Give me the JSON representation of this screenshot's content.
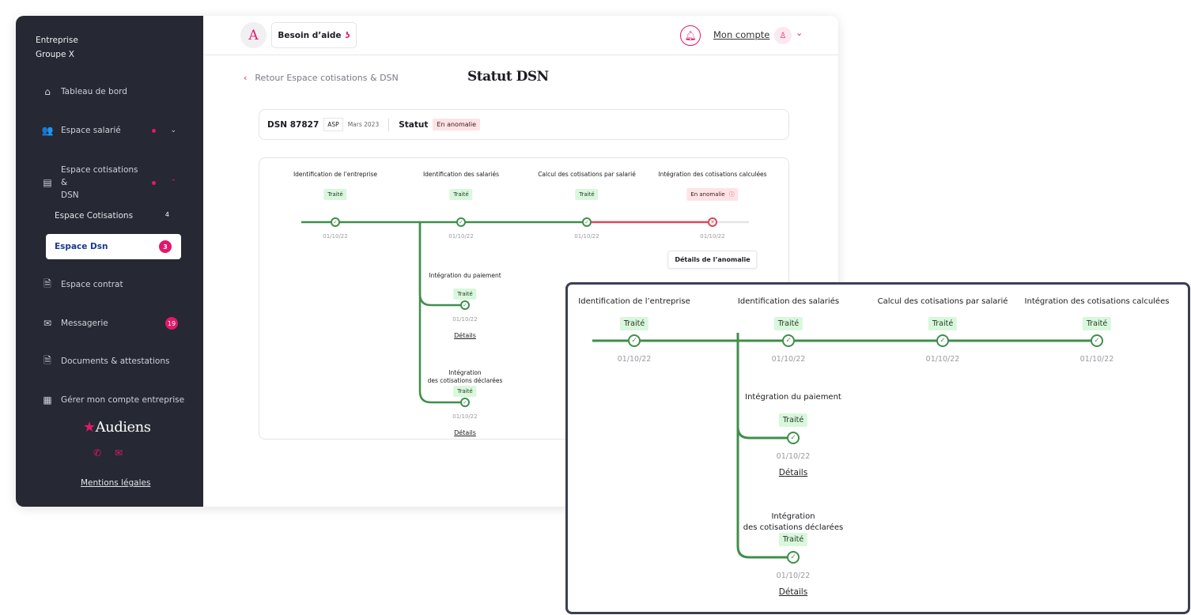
{
  "sidebar": {
    "company": [
      "Entreprise",
      "Groupe X"
    ],
    "items": [
      {
        "label": "Tableau de bord",
        "icon": "home-icon"
      },
      {
        "label": "Espace salarié",
        "icon": "users-icon"
      },
      {
        "label": "Espace cotisations &",
        "label2": "DSN",
        "icon": "calculator-icon"
      },
      {
        "label": "Espace contrat",
        "icon": "document-icon"
      },
      {
        "label": "Messagerie",
        "icon": "mail-icon",
        "badge": "19"
      },
      {
        "label": "Documents & attestations",
        "icon": "document-icon"
      },
      {
        "label": "Gérer mon compte entreprise",
        "icon": "building-icon"
      }
    ],
    "subitems": [
      {
        "label": "Espace Cotisations",
        "count": "4"
      },
      {
        "label": "Espace Dsn",
        "badge": "3"
      }
    ],
    "logo": "Audiens",
    "legal": "Mentions légales"
  },
  "header": {
    "help": "Besoin d’aide",
    "account": "Mon compte"
  },
  "page": {
    "back": "Retour Espace cotisations & DSN",
    "title": "Statut DSN"
  },
  "dsn": {
    "label": "DSN 87827",
    "type": "ASP",
    "period": "Mars 2023",
    "status_label": "Statut",
    "status": "En anomalie"
  },
  "colors": {
    "accent": "#e0186c",
    "success": "#3f8f4a",
    "error": "#d9485a",
    "sidebar": "#262833"
  },
  "timeline": {
    "steps": [
      {
        "label": "Identification de l’entreprise",
        "status": "Traité",
        "date": "01/10/22"
      },
      {
        "label": "Identification des salariés",
        "status": "Traité",
        "date": "01/10/22"
      },
      {
        "label": "Calcul des cotisations par salarié",
        "status": "Traité",
        "date": "01/10/22"
      },
      {
        "label": "Intégration des cotisations calculées",
        "status": "En anomalie",
        "date": "01/10/22",
        "action": "Détails de l’anomalie"
      }
    ],
    "branches": [
      {
        "label": "Intégration du paiement",
        "status": "Traité",
        "date": "01/10/22",
        "action": "Détails"
      },
      {
        "label": "Intégration",
        "label2": "des cotisations déclarées",
        "status": "Traité",
        "date": "01/10/22",
        "action": "Détails"
      }
    ]
  },
  "zoom_timeline": {
    "steps": [
      {
        "label": "Identification de l’entreprise",
        "status": "Traité",
        "date": "01/10/22"
      },
      {
        "label": "Identification des salariés",
        "status": "Traité",
        "date": "01/10/22"
      },
      {
        "label": "Calcul des cotisations par salarié",
        "status": "Traité",
        "date": "01/10/22"
      },
      {
        "label": "Intégration des cotisations calculées",
        "status": "Traité",
        "date": "01/10/22"
      }
    ],
    "branches": [
      {
        "label": "Intégration du paiement",
        "status": "Traité",
        "date": "01/10/22",
        "action": "Détails"
      },
      {
        "label": "Intégration",
        "label2": "des cotisations déclarées",
        "status": "Traité",
        "date": "01/10/22",
        "action": "Détails"
      }
    ]
  }
}
